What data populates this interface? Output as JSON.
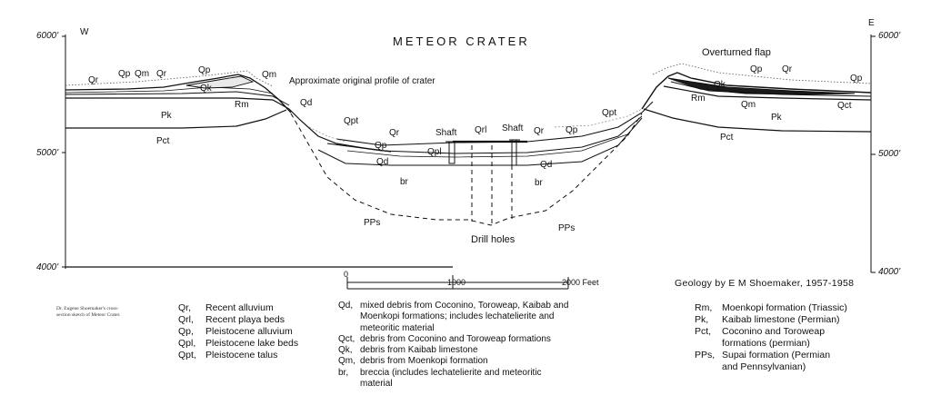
{
  "title": "METEOR CRATER",
  "credit": "Geology by E M Shoemaker, 1957-1958",
  "caption": "Dr. Eugene Shoemaker's cross-section sketch of Meteor Crater.",
  "axis": {
    "left_dir": "W",
    "right_dir": "E",
    "left_6000": "6000'",
    "left_5000": "5000'",
    "left_4000": "4000'",
    "right_6000": "6000'",
    "right_5000": "5000'",
    "right_4000": "4000'"
  },
  "scale": {
    "zero": "0",
    "mid": "1000",
    "end": "2000 Feet"
  },
  "annotations": {
    "original_profile": "Approximate original profile of crater",
    "overturned_flap": "Overturned flap",
    "drill_holes": "Drill holes",
    "shaft_left": "Shaft",
    "shaft_right": "Shaft"
  },
  "map_labels": [
    "Qr",
    "Qp",
    "Qm",
    "Qr",
    "Qp",
    "Qm",
    "Qk",
    "Rm",
    "Pk",
    "Pct",
    "Qd",
    "Qpt",
    "Qr",
    "Qp",
    "Qpl",
    "Qd",
    "br",
    "PPs",
    "Qrl",
    "Qr",
    "Qp",
    "Qd",
    "br",
    "PPs",
    "Qpt",
    "Qp",
    "Qr",
    "Qp",
    "Qk",
    "Rm",
    "Qm",
    "Pk",
    "Qct",
    "Pct"
  ],
  "legend_left": [
    {
      "code": "Qr,",
      "desc": "Recent alluvium"
    },
    {
      "code": "Qrl,",
      "desc": "Recent playa beds"
    },
    {
      "code": "Qp,",
      "desc": "Pleistocene alluvium"
    },
    {
      "code": "Qpl,",
      "desc": "Pleistocene lake beds"
    },
    {
      "code": "Qpt,",
      "desc": "Pleistocene talus"
    }
  ],
  "legend_mid": [
    {
      "code": "Qd,",
      "desc": "mixed debris from Coconino, Toroweap, Kaibab and",
      "cont": [
        "Moenkopi formations; includes lechatelierite and",
        "meteoritic material"
      ]
    },
    {
      "code": "Qct,",
      "desc": "debris from Coconino and Toroweap formations"
    },
    {
      "code": "Qk,",
      "desc": "debris from Kaibab limestone"
    },
    {
      "code": "Qm,",
      "desc": "debris from Moenkopi formation"
    },
    {
      "code": "br,",
      "desc": "breccia (includes lechatelierite and meteoritic",
      "cont": [
        "material"
      ]
    }
  ],
  "legend_right": [
    {
      "code": "Rm,",
      "desc": "Moenkopi formation (Triassic)"
    },
    {
      "code": "Pk,",
      "desc": "Kaibab limestone (Permian)"
    },
    {
      "code": "Pct,",
      "desc": "Coconino and Toroweap",
      "cont": [
        "formations (permian)"
      ]
    },
    {
      "code": "PPs,",
      "desc": "Supai formation (Permian",
      "cont": [
        "and Pennsylvanian)"
      ]
    }
  ]
}
